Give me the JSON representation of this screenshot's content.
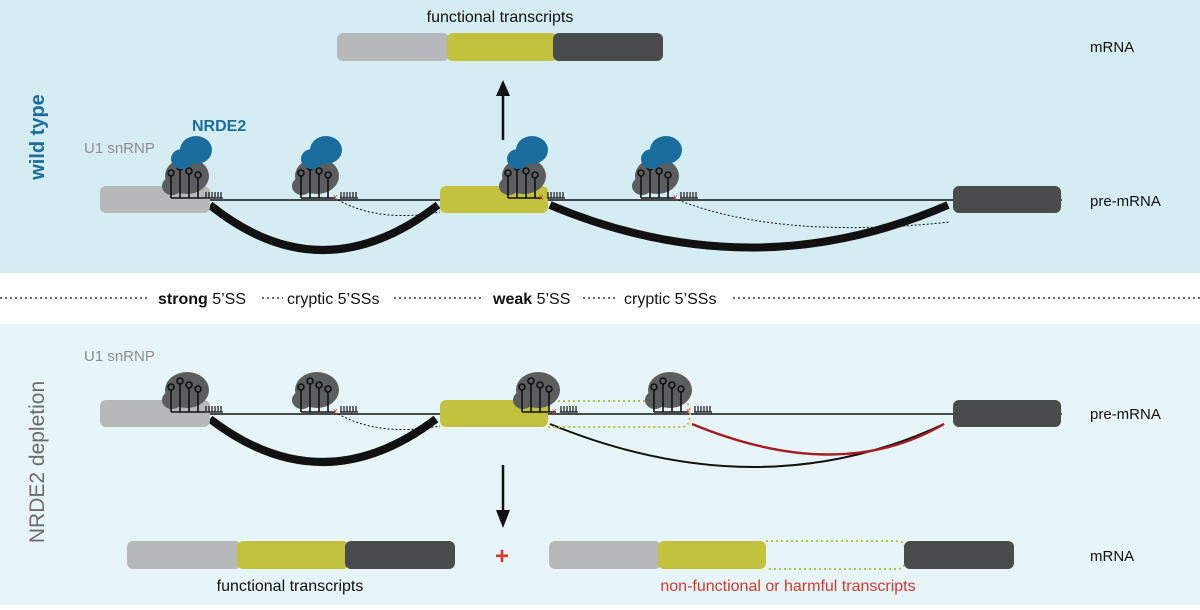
{
  "colors": {
    "wt_panel": "#d5ecf3",
    "kd_panel": "#e7f5f8",
    "exon_light": "#b7b8b9",
    "exon_olive": "#c2c23e",
    "exon_dark": "#4a4b4c",
    "u1_gray": "#5c5d5f",
    "nrde2_blue": "#1b6d9e",
    "harmful_red": "#d2382c",
    "black": "#111111",
    "dotted_olive": "#b6c04a"
  },
  "wild_type": {
    "side_label": "wild type",
    "top_caption": "functional transcripts",
    "mrna_label": "mRNA",
    "pre_mrna_label": "pre-mRNA",
    "u1_label": "U1 snRNP",
    "nrde2_label": "NRDE2"
  },
  "middle": {
    "strong_bold": "strong",
    "strong_rest": " 5’SS",
    "cryptic_1": "cryptic 5’SSs",
    "weak_bold": "weak",
    "weak_rest": " 5’SS",
    "cryptic_2": "cryptic 5’SSs"
  },
  "depletion": {
    "side_label": "NRDE2 depletion",
    "u1_label": "U1 snRNP",
    "pre_mrna_label": "pre-mRNA",
    "mrna_label": "mRNA",
    "functional_caption": "functional transcripts",
    "plus_sign": "+",
    "harmful_caption": "non-functional or harmful transcripts"
  }
}
